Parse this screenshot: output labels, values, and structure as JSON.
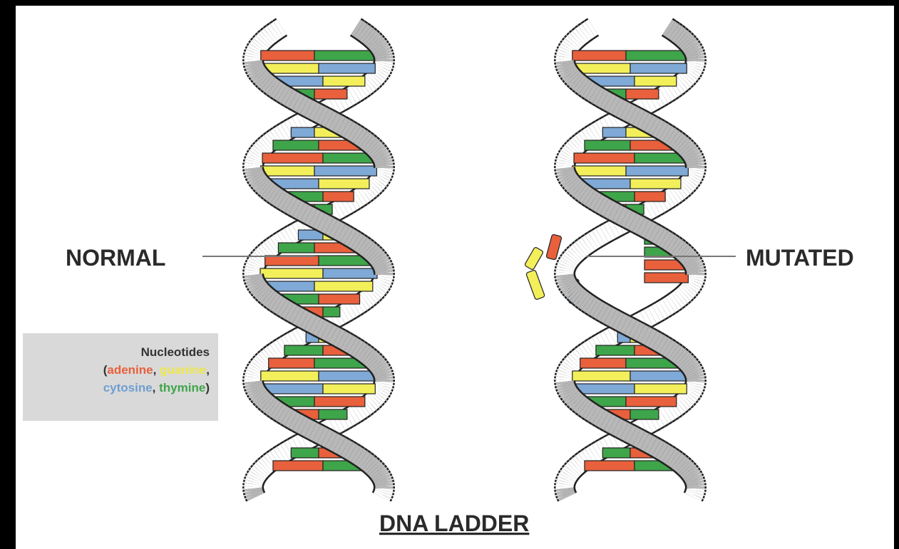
{
  "labels": {
    "normal": "NORMAL",
    "mutated": "MUTATED",
    "title": "DNA LADDER"
  },
  "legend": {
    "heading": "Nucleotides",
    "open_paren": "(",
    "adenine": "adenine",
    "comma1": ",",
    "guanine": "guanine",
    "comma2": ",",
    "cytosine": "cytosine",
    "comma3": ",",
    "thymine": "thymine",
    "close_paren": ")"
  },
  "colors": {
    "adenine": "#e8603c",
    "guanine": "#f2ef5a",
    "cytosine": "#7fa9d6",
    "thymine": "#3fa54a",
    "backbone": "#b8b8b8",
    "outline": "#222222",
    "legend_bg": "#d9d9d9"
  }
}
